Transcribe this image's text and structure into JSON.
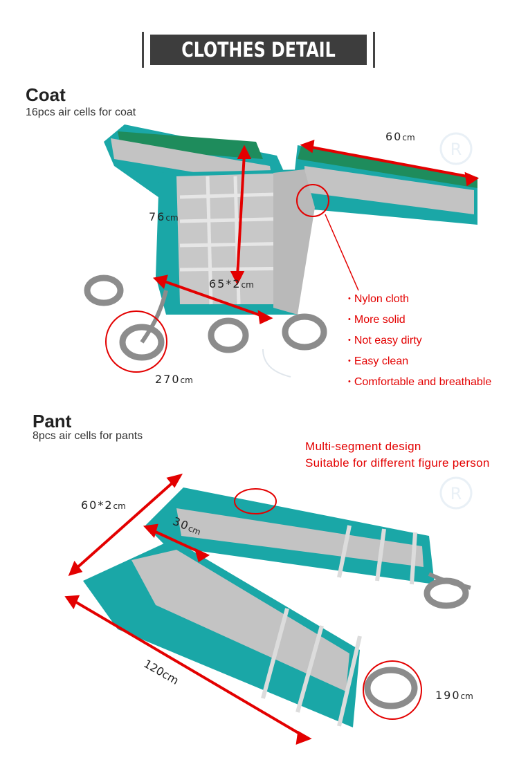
{
  "header": {
    "title": "CLOTHES DETAIL"
  },
  "coat": {
    "title": "Coat",
    "subtitle": "16pcs air cells for coat",
    "dimensions": {
      "sleeve": "60",
      "height": "76",
      "width": "65*2",
      "hose": "270",
      "unit": "cm"
    },
    "features": [
      "Nylon cloth",
      "More solid",
      "Not easy dirty",
      "Easy clean",
      "Comfortable and breathable"
    ]
  },
  "pant": {
    "title": "Pant",
    "subtitle": "8pcs air cells for pants",
    "note_line1": "Multi-segment design",
    "note_line2": "Suitable for different figure person",
    "dimensions": {
      "width": "60*2",
      "thigh": "30",
      "length": "120cm",
      "hose": "190",
      "unit": "cm"
    }
  },
  "colors": {
    "accent_red": "#e30000",
    "fabric_teal": "#1aa7a7",
    "panel_gray": "#b9b9b9",
    "hose_gray": "#8c8c8c"
  }
}
